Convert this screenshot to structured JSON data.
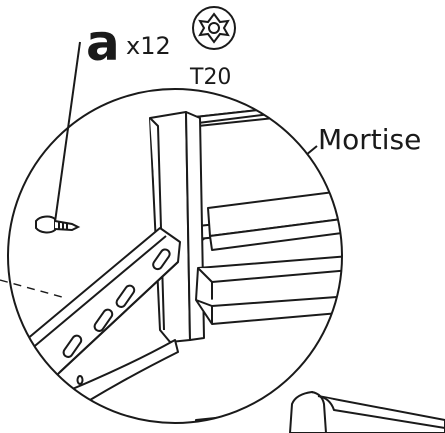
{
  "hardware": {
    "part_letter": "a",
    "quantity": "x12",
    "bit_label": "T20",
    "bit_icon": "torx-bit-icon"
  },
  "callout": {
    "label": "Mortise"
  },
  "colors": {
    "ink": "#1a1a1a",
    "background": "#ffffff"
  }
}
